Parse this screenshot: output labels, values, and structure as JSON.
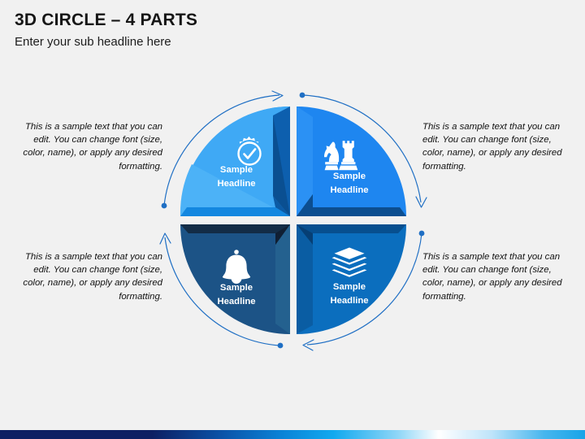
{
  "header": {
    "title": "3D CIRCLE – 4 PARTS",
    "subtitle": "Enter your sub headline here"
  },
  "captions": {
    "top_left": "This is a sample text that you can edit. You can change font (size, color, name), or apply any desired formatting.",
    "bottom_left": "This is a sample text that you can edit. You can change font (size, color, name), or apply any desired formatting.",
    "top_right": "This is a sample text that you can edit. You can change font (size, color, name), or apply any desired formatting.",
    "bottom_right": "This is a sample text that you can edit. You can change font (size, color, name), or apply any desired formatting."
  },
  "diagram": {
    "type": "3d-circle-4-parts",
    "quadrants": [
      {
        "position": "top-left",
        "icon": "verified-badge-icon",
        "label_line1": "Sample",
        "label_line2": "Headline",
        "color_main": "#3FA9F5",
        "color_top": "#5CB8F7",
        "color_side": "#0E5FAE",
        "color_dark": "#0A4F91",
        "color_bottom": "#1384DC"
      },
      {
        "position": "top-right",
        "icon": "chess-pieces-icon",
        "label_line1": "Sample",
        "label_line2": "Headline",
        "color_main": "#1E86F0",
        "color_top": "#2E93F5",
        "color_side": "#0B4F93",
        "color_dark": "#09graph",
        "color_bottom": "#0C4C8C"
      },
      {
        "position": "bottom-left",
        "icon": "bell-icon",
        "label_line1": "Sample",
        "label_line2": "Headline",
        "color_main": "#1C5386",
        "color_top": "#132F4C",
        "color_side": "#2A6597",
        "color_dark": "#14243A",
        "color_bottom": "#21567F"
      },
      {
        "position": "bottom-right",
        "icon": "stacked-books-icon",
        "label_line1": "Sample",
        "label_line2": "Headline",
        "color_main": "#0B6EBE",
        "color_top": "#0A4E8F",
        "color_side": "#1A7CC8",
        "color_dark": "#073F75",
        "color_bottom": "#0B6EBE"
      }
    ],
    "arrows": [
      {
        "name": "arc-top-left",
        "marker": "arrowhead",
        "endpoint": "dot"
      },
      {
        "name": "arc-top-right",
        "marker": "arrowhead",
        "endpoint": "dot"
      },
      {
        "name": "arc-bottom-right",
        "marker": "arrowhead",
        "endpoint": "dot"
      },
      {
        "name": "arc-bottom-left",
        "marker": "arrowhead",
        "endpoint": "dot"
      }
    ],
    "arc_color": "#1F6FC4"
  },
  "footer": {
    "bar_colors": [
      "#0d1f63",
      "#0b82d6",
      "#12a9ef",
      "#ffffff",
      "#18a4e8"
    ]
  }
}
